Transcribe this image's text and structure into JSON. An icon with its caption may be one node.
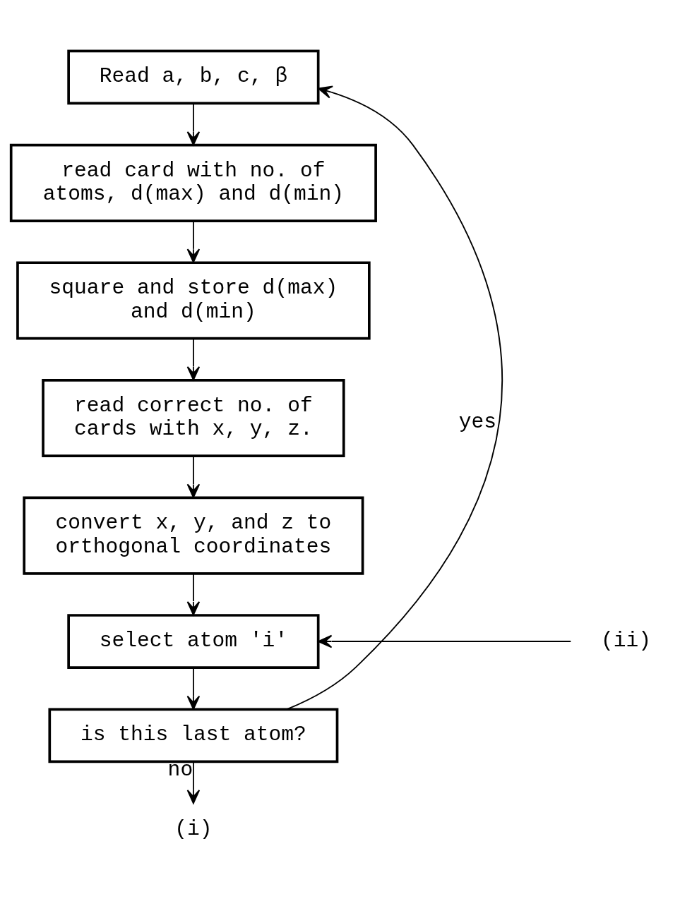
{
  "diagram": {
    "nodes": [
      {
        "text": [
          "Read a, b, c, β"
        ]
      },
      {
        "text": [
          "read card with no. of atoms, d(max) and d(min)"
        ]
      },
      {
        "text": [
          "square and store d(max) and d(min)"
        ]
      },
      {
        "text": [
          "read correct no. of cards with x, y, z."
        ]
      },
      {
        "text": [
          "convert x, y, and z to orthogonal coordinates"
        ]
      },
      {
        "text": [
          "select atom 'i'"
        ]
      },
      {
        "text": [
          "is this last atom?"
        ]
      },
      {
        "text": [
          "(ii)"
        ]
      },
      {
        "text": [
          "(i)"
        ]
      }
    ],
    "edges": [
      {
        "from": 0,
        "to": 1,
        "arrow": "to"
      },
      {
        "from": 1,
        "to": 2,
        "arrow": "to"
      },
      {
        "from": 2,
        "to": 3,
        "arrow": "to"
      },
      {
        "from": 3,
        "to": 4,
        "arrow": "to"
      },
      {
        "from": 4,
        "to": 5,
        "arrow": "to"
      },
      {
        "from": 5,
        "to": 6,
        "arrow": "to"
      },
      {
        "from": 6,
        "to": 0,
        "arrow": "to",
        "label": "yes"
      },
      {
        "from": 7,
        "to": 5,
        "arrow": "to"
      },
      {
        "from": 6,
        "to": 8,
        "arrow": "to",
        "label": "no"
      }
    ]
  }
}
